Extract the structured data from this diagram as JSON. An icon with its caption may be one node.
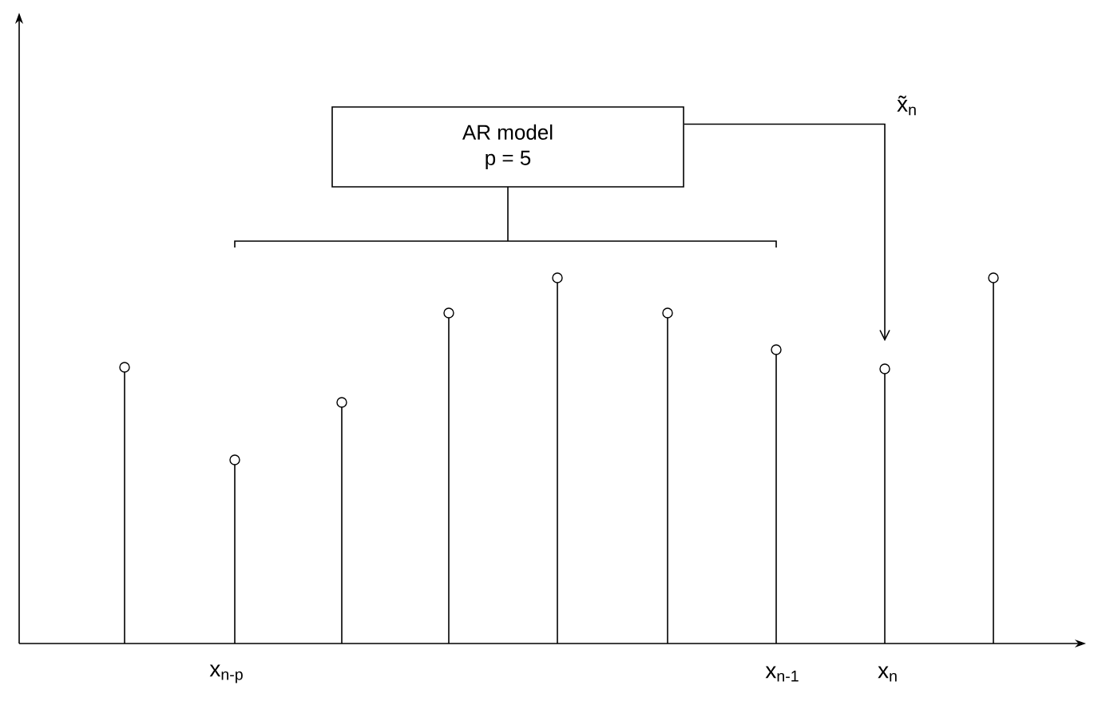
{
  "diagram": {
    "nodes": [
      {
        "text": [
          "AR model",
          "p = 5"
        ]
      },
      {
        "text": [],
        "shape": "circle"
      }
    ],
    "edges": [
      {
        "from": 0,
        "to": 1,
        "arrow": "to",
        "label": "x̃$_{n}$"
      }
    ],
    "labels": [
      "x$_{n-p}$",
      "x$_{n-1}$",
      "x$_{n}$"
    ]
  }
}
